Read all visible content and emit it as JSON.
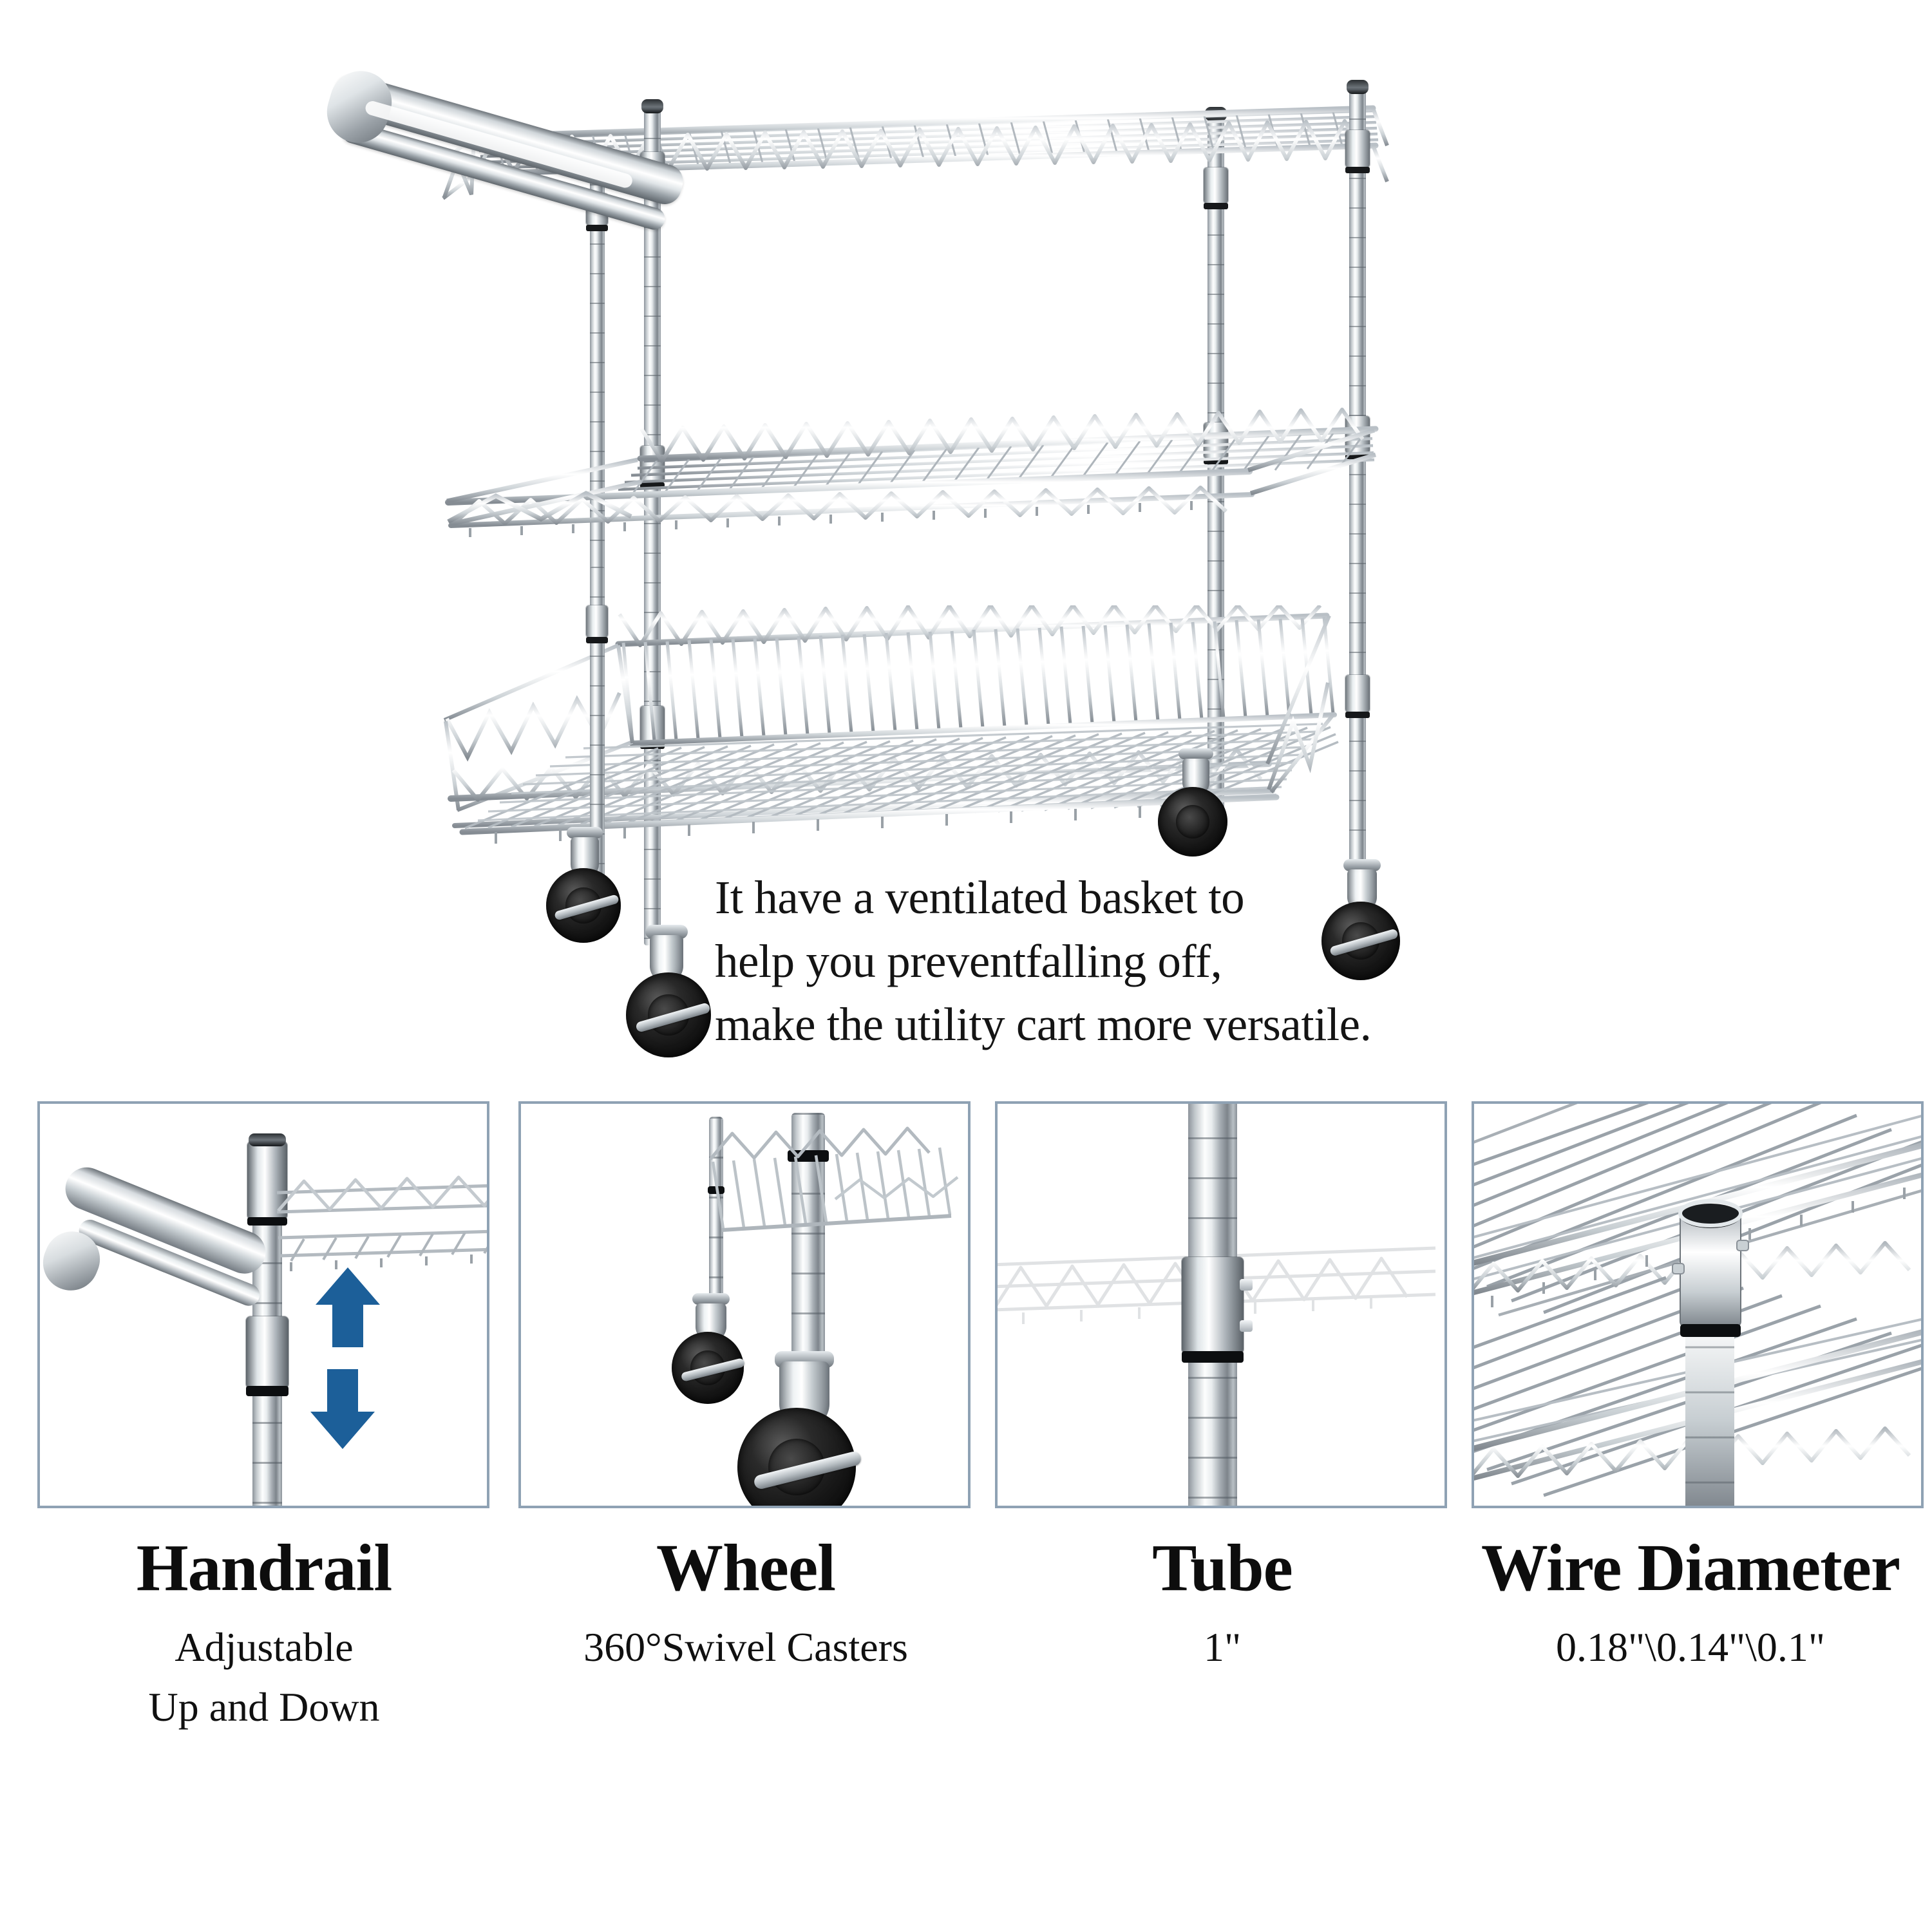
{
  "product": {
    "name": "3-tier chrome wire utility cart with basket",
    "caption_lines": [
      "It have a ventilated basket to",
      "help you preventfalling off,",
      "make the utility cart more versatile."
    ]
  },
  "features": [
    {
      "id": "handrail",
      "title": "Handrail",
      "sub_lines": [
        "Adjustable",
        "Up and Down"
      ],
      "detail_icon": "handrail-clamp-detail",
      "arrows": [
        "arrow-up",
        "arrow-down"
      ]
    },
    {
      "id": "wheel",
      "title": "Wheel",
      "sub_lines": [
        "360°Swivel Casters"
      ],
      "detail_icon": "swivel-caster-detail",
      "arrows": []
    },
    {
      "id": "tube",
      "title": "Tube",
      "sub_lines": [
        "1\""
      ],
      "detail_icon": "post-tube-detail",
      "arrows": []
    },
    {
      "id": "wire-diameter",
      "title": "Wire Diameter",
      "sub_lines": [
        "0.18\"\\0.14\"\\0.1\""
      ],
      "detail_icon": "wire-shelf-detail",
      "arrows": []
    }
  ],
  "colors": {
    "panel_border": "#8fa2b4",
    "arrow_blue": "#1c5f99",
    "text": "#0d0d0d",
    "background": "#ffffff",
    "tyre_black": "#141414",
    "chrome_light": "#ffffff",
    "chrome_mid": "#c3cace",
    "chrome_dark": "#7d848b"
  }
}
